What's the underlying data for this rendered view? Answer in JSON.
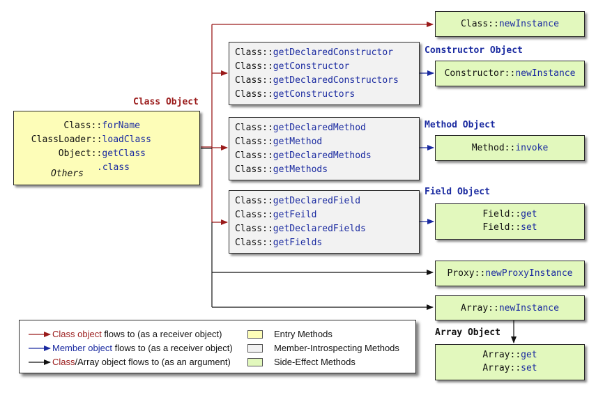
{
  "colors": {
    "red": "#9a1a1a",
    "blue": "#1a2aa0",
    "black": "#111111",
    "entry": "#fdfdb8",
    "member": "#f2f2f2",
    "side": "#e2f8bd"
  },
  "entry": {
    "lines": [
      {
        "k": "Class::",
        "m": "forName"
      },
      {
        "k": "ClassLoader::",
        "m": "loadClass"
      },
      {
        "k": "Object::",
        "m": "getClass"
      },
      {
        "k": "",
        "m": ".class"
      }
    ],
    "others": "Others"
  },
  "titles": {
    "class_object": "Class Object",
    "constructor_object": "Constructor Object",
    "method_object": "Method Object",
    "field_object": "Field Object",
    "array_object": "Array Object"
  },
  "constructor_box": [
    {
      "k": "Class::",
      "m": "getDeclaredConstructor"
    },
    {
      "k": "Class::",
      "m": "getConstructor"
    },
    {
      "k": "Class::",
      "m": "getDeclaredConstructors"
    },
    {
      "k": "Class::",
      "m": "getConstructors"
    }
  ],
  "method_box": [
    {
      "k": "Class::",
      "m": "getDeclaredMethod"
    },
    {
      "k": "Class::",
      "m": "getMethod"
    },
    {
      "k": "Class::",
      "m": "getDeclaredMethods"
    },
    {
      "k": "Class::",
      "m": "getMethods"
    }
  ],
  "field_box": [
    {
      "k": "Class::",
      "m": "getDeclaredField"
    },
    {
      "k": "Class::",
      "m": "getFeild"
    },
    {
      "k": "Class::",
      "m": "getDeclaredFields"
    },
    {
      "k": "Class::",
      "m": "getFields"
    }
  ],
  "side": {
    "class_newinstance": {
      "k": "Class::",
      "m": "newInstance"
    },
    "constructor_newinstance": {
      "k": "Constructor::",
      "m": "newInstance"
    },
    "method_invoke": {
      "k": "Method::",
      "m": "invoke"
    },
    "field_get": {
      "k": "Field::",
      "m": "get"
    },
    "field_set": {
      "k": "Field::",
      "m": "set"
    },
    "proxy": {
      "k": "Proxy::",
      "m": "newProxyInstance"
    },
    "array_newinstance": {
      "k": "Array::",
      "m": "newInstance"
    },
    "array_get": {
      "k": "Array::",
      "m": "get"
    },
    "array_set": {
      "k": "Array::",
      "m": "set"
    }
  },
  "legend": {
    "red": {
      "colored": "Class object",
      "rest": " flows to (as a receiver object)"
    },
    "blue": {
      "colored": "Member object",
      "rest": " flows to (as a receiver object)"
    },
    "black": {
      "colored1": "Class",
      "mid": "/Array object flows to (as an argument)"
    },
    "entry_label": "Entry Methods",
    "member_label": "Member-Introspecting Methods",
    "side_label": "Side-Effect Methods"
  }
}
